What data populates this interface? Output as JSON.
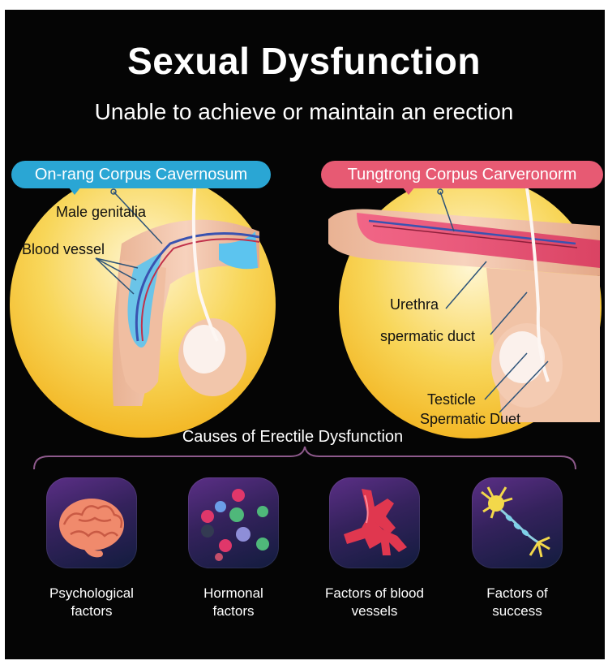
{
  "header": {
    "title": "Sexual Dysfunction",
    "subtitle": "Unable to achieve or maintain an erection"
  },
  "left_diagram": {
    "pill": "On-rang Corpus Cavernosum",
    "labels": {
      "genitalia": "Male genitalia",
      "vessel": "Blood vessel"
    }
  },
  "right_diagram": {
    "pill": "Tungtrong Corpus Carveronorm",
    "labels": {
      "urethra": "Urethra",
      "duct": "spermatic duct",
      "testicle": "Testicle",
      "duet": "Spermatic Duet"
    }
  },
  "causes": {
    "title": "Causes of Erectile Dysfunction",
    "items": [
      {
        "label": "Psychological\nfactors",
        "icon": "brain-icon"
      },
      {
        "label": "Hormonal\nfactors",
        "icon": "molecules-icon"
      },
      {
        "label": "Factors of blood\nvessels",
        "icon": "blood-vessel-icon"
      },
      {
        "label": "Factors of\nsuccess",
        "icon": "neuron-icon"
      }
    ]
  },
  "colors": {
    "background": "#050505",
    "circle": "#f6c93a",
    "blue_accent": "#2aa6d4",
    "red_accent": "#e75a73",
    "skin": "#f1c3a6"
  }
}
